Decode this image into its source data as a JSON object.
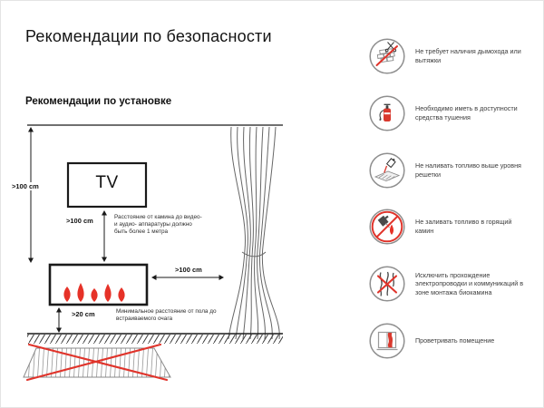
{
  "page": {
    "title": "Рекомендации по безопасности",
    "subtitle": "Рекомендации по установке"
  },
  "diagram": {
    "tv_label": "TV",
    "labels": {
      "ceiling_clearance": ">100 cm",
      "tv_clearance": ">100 cm",
      "side_clearance": ">100 cm",
      "floor_clearance": ">20 cm"
    },
    "notes": {
      "tv_note": "Расстояние от камина до видео- и аудио- аппаратуры должно быть более 1 метра",
      "floor_note": "Минимальное расстояние от пола до встраиваемого очага"
    }
  },
  "safety_items": [
    {
      "icon": "no-chimney-icon",
      "text": "Не требует наличия дымохода или вытяжки"
    },
    {
      "icon": "fire-extinguisher-icon",
      "text": "Необходимо иметь в доступности средства тушения"
    },
    {
      "icon": "fuel-level-icon",
      "text": "Не наливать топливо выше уровня решетки"
    },
    {
      "icon": "no-refuel-burning-icon",
      "text": "Не заливать топливо в горящий камин"
    },
    {
      "icon": "no-wiring-icon",
      "text": "Исключить прохождение электропроводки и коммуникаций в зоне монтажа биокамина"
    },
    {
      "icon": "ventilate-window-icon",
      "text": "Проветривать помещение"
    }
  ],
  "colors": {
    "accent_red": "#e0342b",
    "flame_red": "#e63228",
    "line_black": "#1a1a1a",
    "circle_gray": "#8f8f8f"
  }
}
